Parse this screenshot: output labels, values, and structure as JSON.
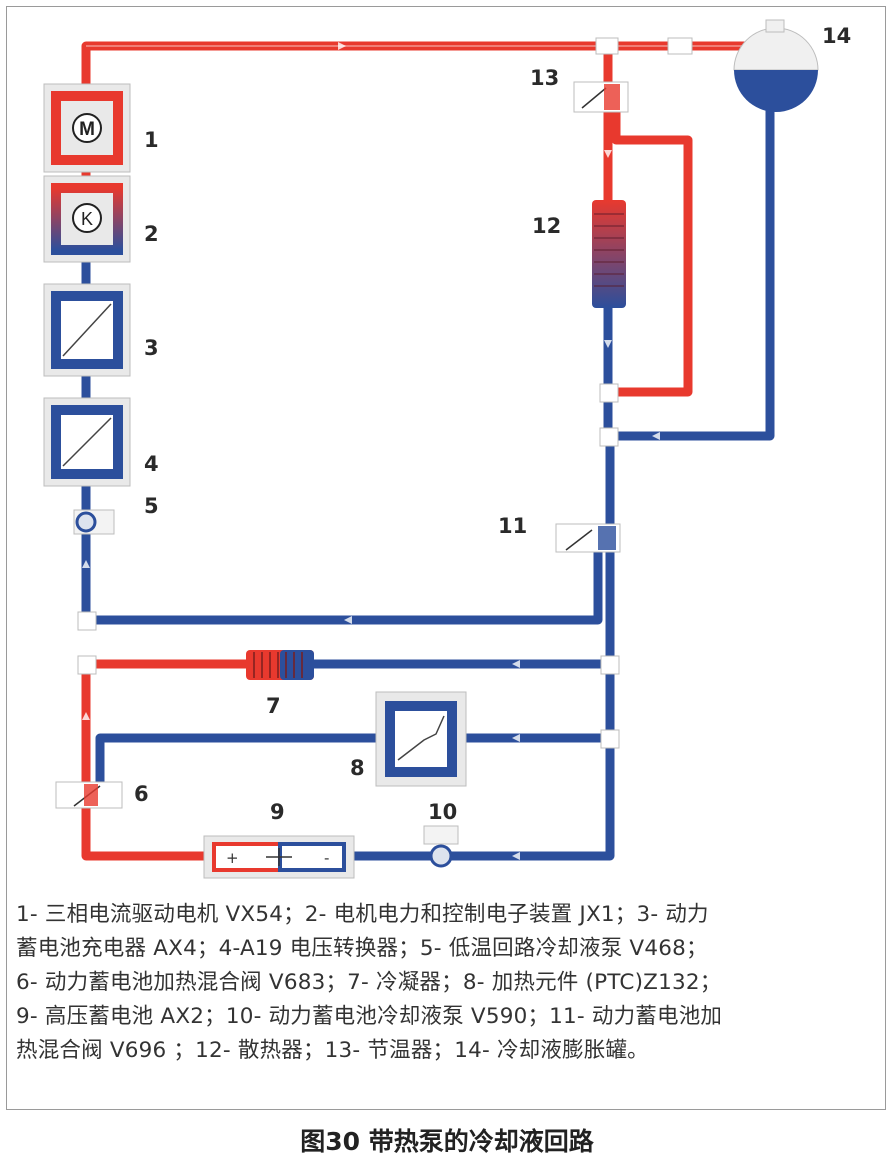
{
  "components": [
    {
      "number": "1",
      "name": "三相电流驱动电机 VX54",
      "symbol": "M"
    },
    {
      "number": "2",
      "name": "电机电力和控制电子装置 JX1",
      "symbol": "K"
    },
    {
      "number": "3",
      "name": "动力蓄电池充电器 AX4"
    },
    {
      "number": "4",
      "name": "A19 电压转换器"
    },
    {
      "number": "5",
      "name": "低温回路冷却液泵 V468"
    },
    {
      "number": "6",
      "name": "动力蓄电池加热混合阀 V683"
    },
    {
      "number": "7",
      "name": "冷凝器"
    },
    {
      "number": "8",
      "name": "加热元件 (PTC)Z132"
    },
    {
      "number": "9",
      "name": "高压蓄电池 AX2"
    },
    {
      "number": "10",
      "name": "动力蓄电池冷却液泵 V590"
    },
    {
      "number": "11",
      "name": "动力蓄电池加热混合阀 V696"
    },
    {
      "number": "12",
      "name": "散热器"
    },
    {
      "number": "13",
      "name": "节温器"
    },
    {
      "number": "14",
      "name": "冷却液膨胀罐"
    }
  ],
  "legend_lines": [
    "1- 三相电流驱动电机 VX54；2- 电机电力和控制电子装置 JX1；3- 动力",
    "蓄电池充电器 AX4；4-A19 电压转换器；5- 低温回路冷却液泵 V468；",
    "6- 动力蓄电池加热混合阀 V683；7- 冷凝器；8- 加热元件 (PTC)Z132；",
    "9- 高压蓄电池 AX2；10- 动力蓄电池冷却液泵 V590；11- 动力蓄电池加",
    "热混合阀 V696 ；12- 散热器；13- 节温器；14- 冷却液膨胀罐。"
  ],
  "caption": "图30 带热泵的冷却液回路",
  "battery_signs": {
    "plus": "+",
    "minus": "-"
  },
  "colors": {
    "hot": "#e8392e",
    "cold": "#2c4f9c",
    "frame": "#9a9a9a",
    "box_bg": "#e9e9e9"
  }
}
